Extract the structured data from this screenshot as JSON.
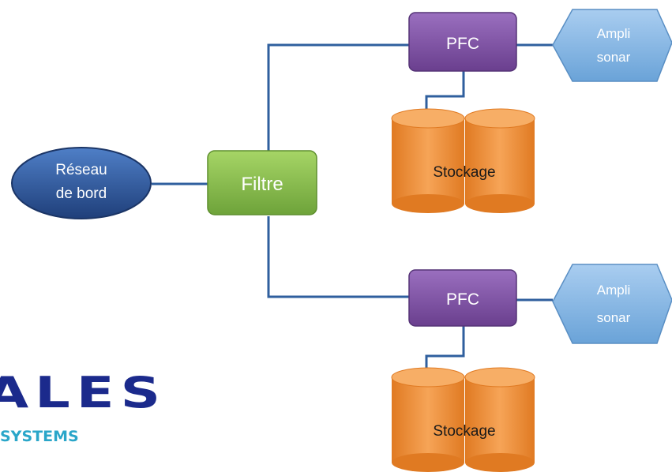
{
  "nodes": {
    "reseau_line1": "Réseau",
    "reseau_line2": "de bord",
    "filtre": "Filtre",
    "pfc_top": "PFC",
    "pfc_bottom": "PFC",
    "ampli_top_line1": "Ampli",
    "ampli_top_line2": "sonar",
    "ampli_bottom_line1": "Ampli",
    "ampli_bottom_line2": "sonar",
    "stockage_top": "Stockage",
    "stockage_bottom": "Stockage"
  },
  "logo": {
    "main": "ALES",
    "sub": "SYSTEMS"
  },
  "colors": {
    "line": "#2f5f9e",
    "reseau": "#2f5597",
    "filtre": "#7cb342",
    "pfc": "#7a4f9e",
    "ampli": "#7fb1df",
    "stockage": "#f2923a",
    "logo_main": "#1b2a8c",
    "logo_sub": "#2aa6c9"
  }
}
